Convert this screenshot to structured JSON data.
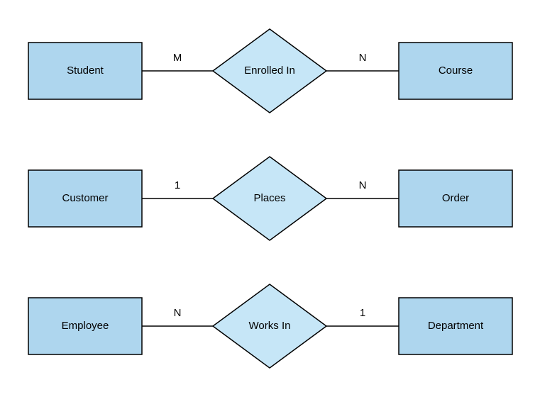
{
  "diagram": {
    "kind": "entity-relationship-diagram",
    "background": "#ffffff"
  },
  "colors": {
    "entity_fill": "#aed6ee",
    "relationship_fill": "#c6e6f7",
    "stroke": "#000000",
    "text": "#000000"
  },
  "relationships": [
    {
      "left_entity": "Student",
      "left_cardinality": "M",
      "relationship": "Enrolled In",
      "right_cardinality": "N",
      "right_entity": "Course"
    },
    {
      "left_entity": "Customer",
      "left_cardinality": "1",
      "relationship": "Places",
      "right_cardinality": "N",
      "right_entity": "Order"
    },
    {
      "left_entity": "Employee",
      "left_cardinality": "N",
      "relationship": "Works In",
      "right_cardinality": "1",
      "right_entity": "Department"
    }
  ]
}
